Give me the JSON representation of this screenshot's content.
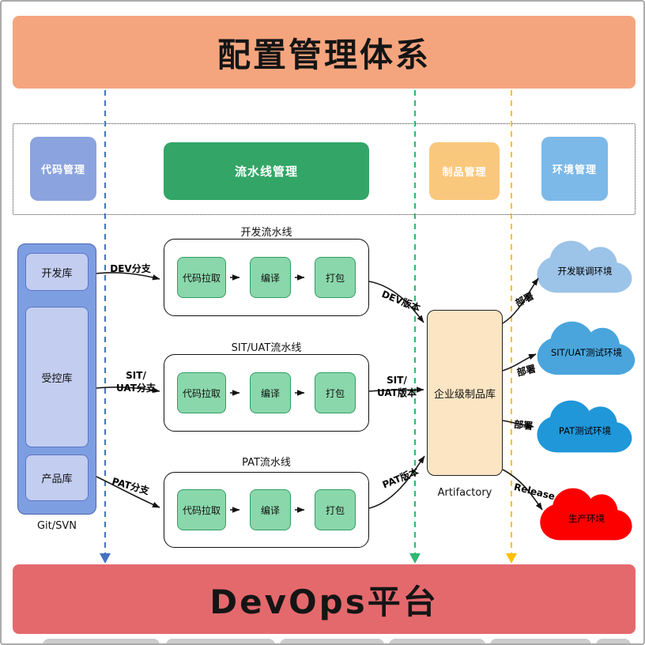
{
  "banners": {
    "top": {
      "label": "配置管理体系",
      "bg": "#F5A57E"
    },
    "bottom": {
      "label": "DevOps平台",
      "bg": "#E4696D"
    }
  },
  "categories": [
    {
      "label": "代码管理",
      "bg": "#8BA3DE"
    },
    {
      "label": "流水线管理",
      "bg": "#33A667"
    },
    {
      "label": "制品管理",
      "bg": "#FAC87D"
    },
    {
      "label": "环境管理",
      "bg": "#7CB8E8"
    }
  ],
  "lanes": {
    "code": "#4472C4",
    "pipeline": "#2EB872",
    "artifact": "#FFC000"
  },
  "repo_group": {
    "caption": "Git/SVN",
    "items": [
      {
        "label": "开发库"
      },
      {
        "label": "受控库"
      },
      {
        "label": "产品库"
      }
    ]
  },
  "pipelines": [
    {
      "title": "开发流水线",
      "steps": [
        "代码拉取",
        "编译",
        "打包"
      ]
    },
    {
      "title": "SIT/UAT流水线",
      "steps": [
        "代码拉取",
        "编译",
        "打包"
      ]
    },
    {
      "title": "PAT流水线",
      "steps": [
        "代码拉取",
        "编译",
        "打包"
      ]
    }
  ],
  "artifact_repo": {
    "label": "企业级制品库",
    "caption": "Artifactory",
    "bg": "#FBE5C3"
  },
  "environments": [
    {
      "label": "开发联调环境",
      "color": "#9CC3E8"
    },
    {
      "label": "SIT/UAT测试环境",
      "color": "#4AA5DD"
    },
    {
      "label": "PAT测试环境",
      "color": "#1F97D9"
    },
    {
      "label": "生产环境",
      "color": "#FC0000"
    }
  ],
  "edges": {
    "dev_branch": "DEV分支",
    "situat_branch_line1": "SIT/",
    "situat_branch_line2": "UAT分支",
    "pat_branch": "PAT分支",
    "dev_version": "DEV版本",
    "situat_version_line1": "SIT/",
    "situat_version_line2": "UAT版本",
    "pat_version": "PAT版本",
    "deploy1": "部署",
    "deploy2": "部署",
    "deploy3": "部署",
    "release": "Release"
  }
}
